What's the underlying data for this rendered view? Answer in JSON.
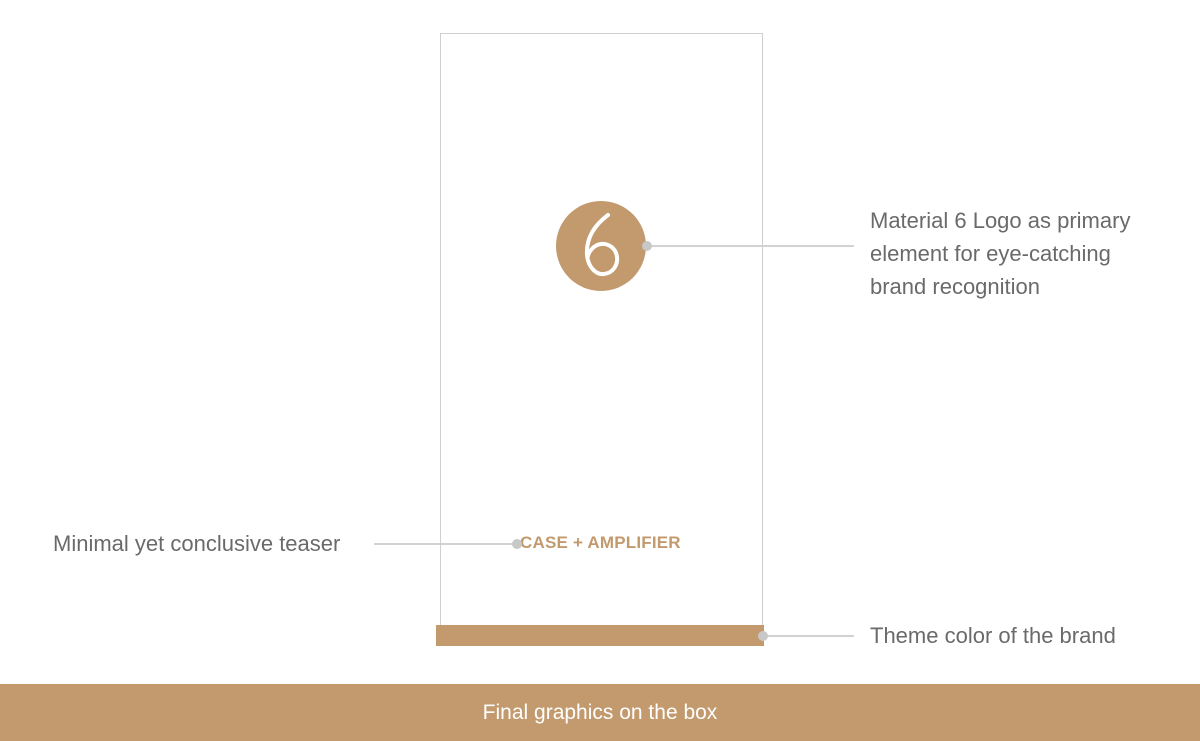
{
  "colors": {
    "brand": "#c29a6e",
    "annotation_text": "#6a6a6a",
    "connector": "#d2d2d2",
    "box_outline": "#cfcfcf"
  },
  "box": {
    "logo_glyph": "6",
    "teaser": "CASE + AMPLIFIER"
  },
  "annotations": {
    "logo_line1": "Material 6 Logo as primary",
    "logo_line2": "element for eye-catching",
    "logo_line3": "brand recognition",
    "teaser": "Minimal yet conclusive teaser",
    "theme": "Theme color of the brand"
  },
  "footer": {
    "caption": "Final graphics on the box"
  }
}
